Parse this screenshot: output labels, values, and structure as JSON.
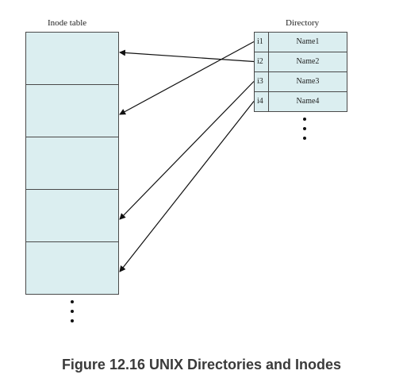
{
  "inode_table": {
    "title": "Inode table",
    "row_count": 5
  },
  "directory": {
    "title": "Directory",
    "entries": [
      {
        "inode": "i1",
        "name": "Name1"
      },
      {
        "inode": "i2",
        "name": "Name2"
      },
      {
        "inode": "i3",
        "name": "Name3"
      },
      {
        "inode": "i4",
        "name": "Name4"
      }
    ]
  },
  "arrows": [
    {
      "from": "i1",
      "to_inode_row": 1
    },
    {
      "from": "i2",
      "to_inode_row": 0
    },
    {
      "from": "i3",
      "to_inode_row": 3
    },
    {
      "from": "i4",
      "to_inode_row": 4
    }
  ],
  "caption": "Figure 12.16 UNIX Directories and Inodes",
  "colors": {
    "cell_fill": "#dbeef0",
    "border": "#4a4a4a",
    "arrow": "#111111",
    "caption": "#3a3a3a"
  }
}
